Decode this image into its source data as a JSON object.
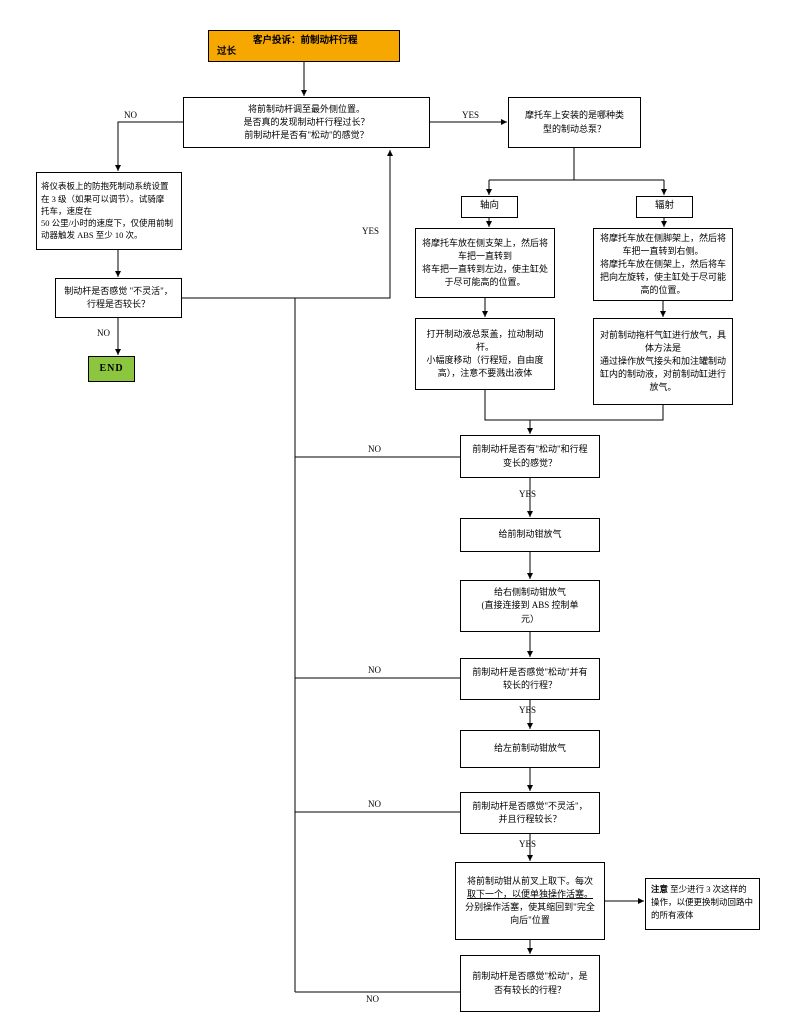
{
  "labels": {
    "yes": "YES",
    "no": "NO"
  },
  "colors": {
    "complaint_bg": "#F7A800",
    "end_bg": "#8CC63F",
    "line": "#000000"
  },
  "flow": {
    "complaint": {
      "lines": [
        "客户投诉：前制动杆行程",
        "过长"
      ]
    },
    "adjust_decision": {
      "lines": [
        "将前制动杆调至最外侧位置。",
        "是否真的发现制动杆行程过长？",
        "前制动杆是否有\"松动\"的感觉？"
      ]
    },
    "abs_test": {
      "lines": [
        "将仪表板上的防抱死制动系统设置",
        "在 3 级（如果可以调节）。试骑摩",
        "托车，速度在",
        "50 公里/小时的速度下，仅使用前制",
        "动器触发 ABS 至少 10 次。"
      ]
    },
    "lever_check": {
      "lines": [
        "制动杆是否感觉 \"不灵活\"，",
        "行程是否较长？"
      ]
    },
    "end": {
      "label": "END"
    },
    "master_cylinder_q": {
      "lines": [
        "摩托车上安装的是哪种类",
        "型的制动总泵？"
      ]
    },
    "axial": {
      "label": "轴向"
    },
    "radial": {
      "label": "辐射"
    },
    "axial_position": {
      "lines": [
        "将摩托车放在侧支架上，然后将",
        "车把一直转到",
        "将车把一直转到左边，使主缸处",
        "于尽可能高的位置。"
      ]
    },
    "radial_position": {
      "lines": [
        "将摩托车放在侧脚架上，然后将",
        "车把一直转到右侧。",
        "将摩托车放在侧架上，然后将车",
        "把向左旋转，使主缸处于尽可能",
        "高的位置。"
      ]
    },
    "open_reservoir": {
      "lines": [
        "打开制动液总泵盖，拉动制动",
        "杆。",
        "小幅度移动（行程短，自由度",
        "高），注意不要溅出液体"
      ]
    },
    "bleed_pushrod": {
      "lines": [
        "对前制动拖杆气缸进行放气，具",
        "体方法是",
        "通过操作放气接头和加注罐制动",
        "缸内的制动液，对前制动缸进行",
        "放气。"
      ]
    },
    "q_loose_travel1": {
      "lines": [
        "前制动杆是否有\"松动\"和行程",
        "变长的感觉？"
      ]
    },
    "bleed_front_caliper": {
      "lines": [
        "给前制动钳放气"
      ]
    },
    "bleed_right_caliper": {
      "lines": [
        "给右侧制动钳放气",
        "(直接连接到 ABS 控制单",
        "元）"
      ]
    },
    "q_loose_travel2": {
      "lines": [
        "前制动杆是否感觉\"松动\"并有",
        "较长的行程？"
      ]
    },
    "bleed_left_caliper": {
      "lines": [
        "给左前制动钳放气"
      ]
    },
    "q_stiff_travel": {
      "lines": [
        "前制动杆是否感觉\"不灵活\"，",
        "并且行程较长？"
      ]
    },
    "remove_calipers": {
      "lines": [
        "将前制动钳从前叉上取下。每次",
        {
          "t": "取下一个，以便单独操作活塞。",
          "u": true
        },
        "分别操作活塞，使其缩回到\"完全",
        "向后\"位置"
      ]
    },
    "note": {
      "title": "注意",
      "body": "至少进行 3 次这样的操作，以便更换制动回路中的所有液体"
    },
    "q_loose_travel3": {
      "lines": [
        "前制动杆是否感觉\"松动\"，是",
        "否有较长的行程？"
      ]
    }
  }
}
